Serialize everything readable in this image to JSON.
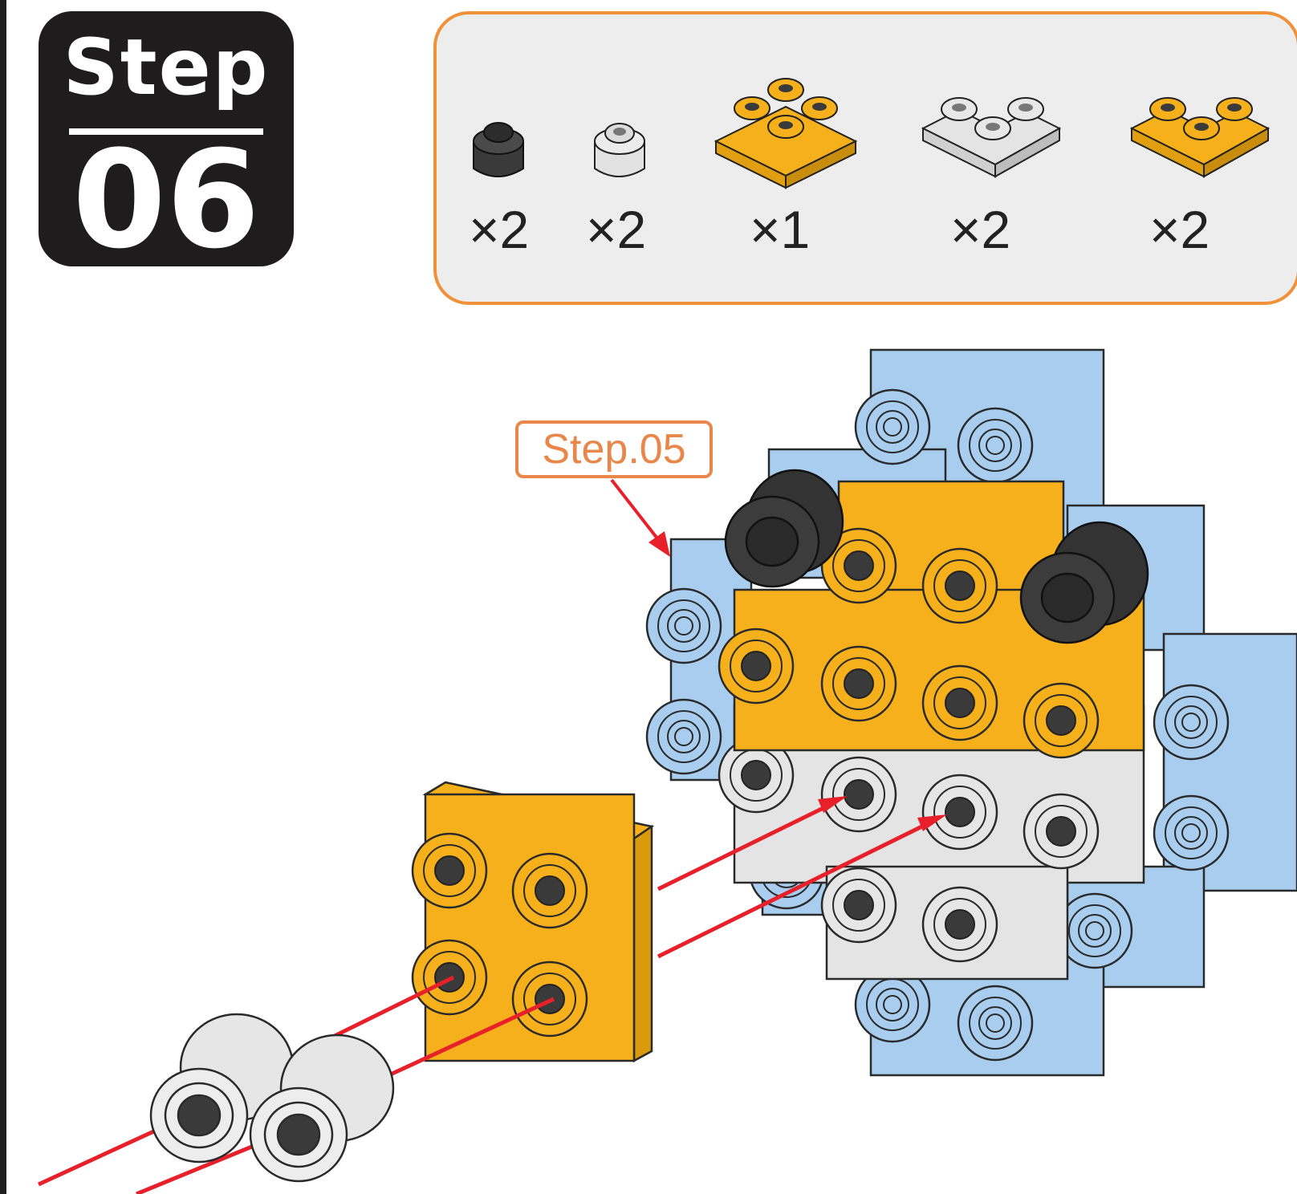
{
  "step": {
    "word": "Step",
    "number": "06"
  },
  "parts": [
    {
      "name": "black-bushing",
      "color": "#3a3a3a",
      "qty": "×2"
    },
    {
      "name": "gray-bushing",
      "color": "#e4e4e4",
      "qty": "×2"
    },
    {
      "name": "yellow-2x2-plate",
      "color": "#f5b01b",
      "qty": "×1"
    },
    {
      "name": "gray-l-plate",
      "color": "#e4e4e4",
      "qty": "×2"
    },
    {
      "name": "yellow-l-plate",
      "color": "#f5b01b",
      "qty": "×2"
    }
  ],
  "callout": {
    "label": "Step.05"
  },
  "colors": {
    "accent_orange": "#f0913a",
    "arrow_red": "#e8202a",
    "light_blue": "#a8cdee",
    "yellow": "#f5b01b",
    "gray": "#e4e4e4",
    "black": "#333333"
  }
}
